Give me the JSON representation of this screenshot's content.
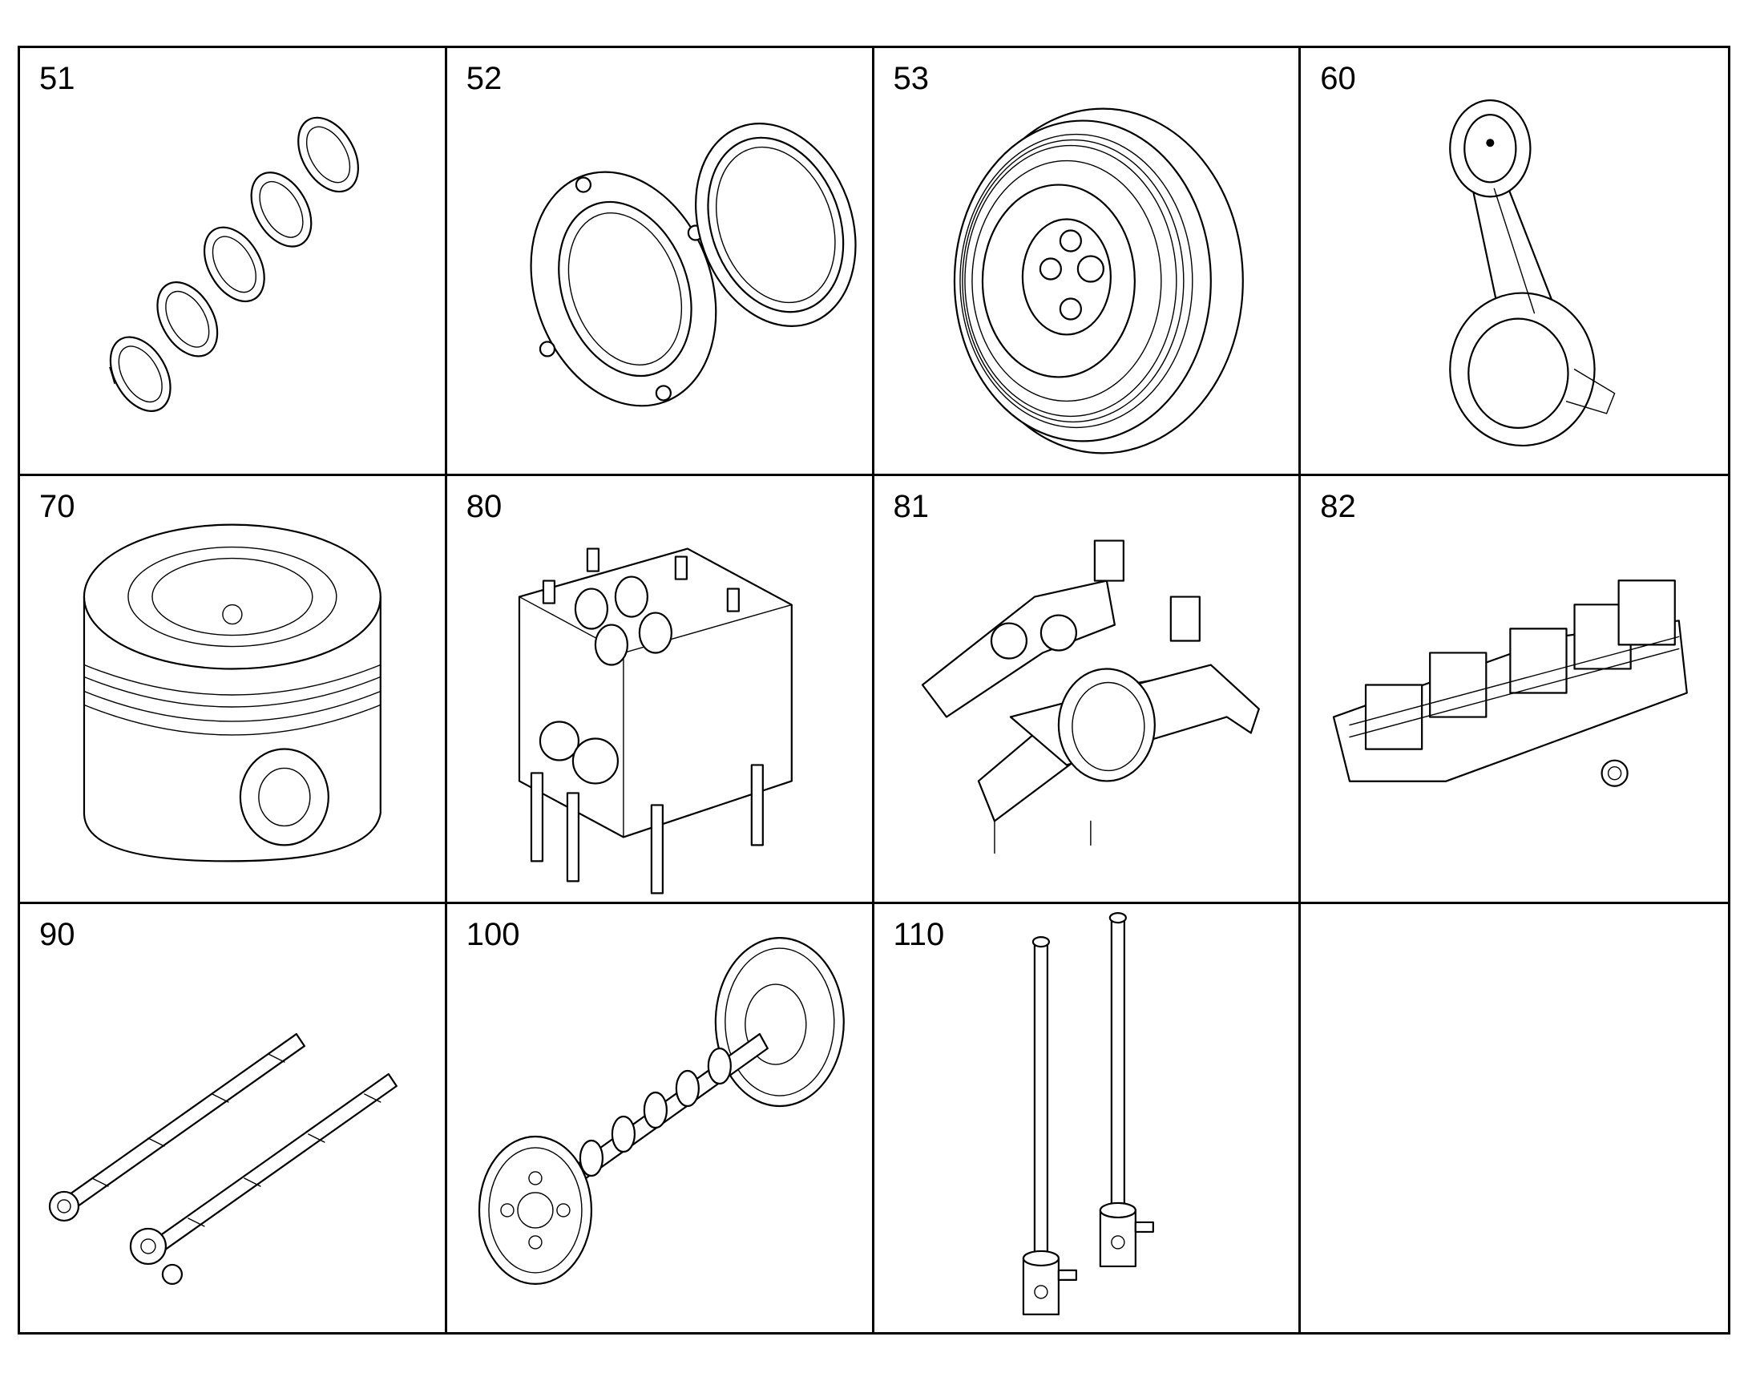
{
  "parts": [
    {
      "number": "51",
      "icon": "bearing-shells-icon"
    },
    {
      "number": "52",
      "icon": "seal-flange-icon"
    },
    {
      "number": "53",
      "icon": "vibration-damper-icon"
    },
    {
      "number": "60",
      "icon": "connecting-rod-icon"
    },
    {
      "number": "70",
      "icon": "piston-icon"
    },
    {
      "number": "80",
      "icon": "cylinder-head-icon"
    },
    {
      "number": "81",
      "icon": "rocker-arm-icon"
    },
    {
      "number": "82",
      "icon": "valve-cover-icon"
    },
    {
      "number": "90",
      "icon": "rocker-shafts-icon"
    },
    {
      "number": "100",
      "icon": "camshaft-icon"
    },
    {
      "number": "110",
      "icon": "push-rods-icon"
    },
    {
      "number": "",
      "icon": ""
    }
  ]
}
